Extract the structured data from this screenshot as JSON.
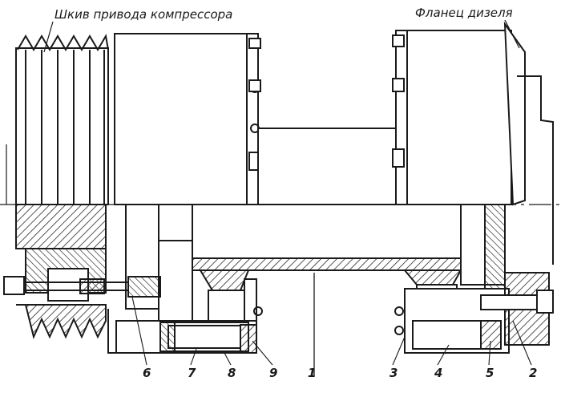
{
  "labels": {
    "pulley": "Шкив привода компрессора",
    "flange": "Фланец дизеля"
  },
  "callouts": [
    "6",
    "7",
    "8",
    "9",
    "1",
    "3",
    "4",
    "5",
    "2"
  ],
  "colors": {
    "ink": "#1a1a1a",
    "paper": "#ffffff",
    "hatch": "#2a2a2a"
  }
}
